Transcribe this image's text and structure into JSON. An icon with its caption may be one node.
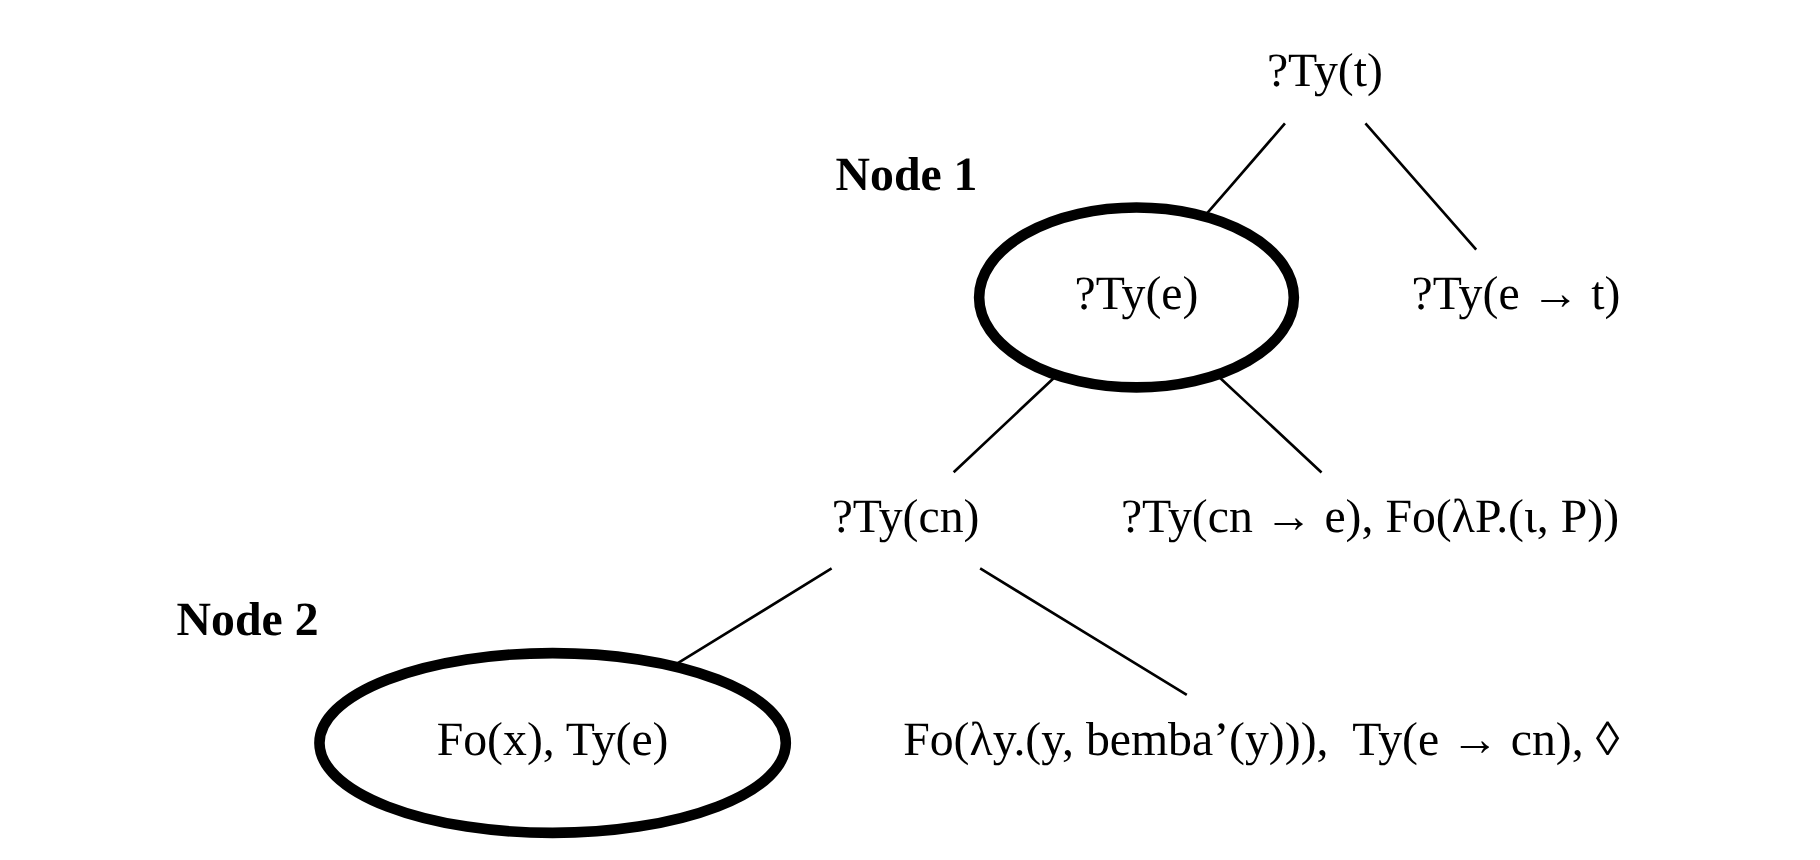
{
  "diagram": {
    "nodes": [
      {
        "text": [
          "?Ty(t)"
        ]
      },
      {
        "text": [
          "?Ty(e)"
        ],
        "beside": [
          "Node 1"
        ]
      },
      {
        "text": [
          "?Ty(e → t)"
        ]
      },
      {
        "text": [
          "?Ty(cn)"
        ]
      },
      {
        "text": [
          "?Ty(cn → e), Fo(λP.(ι, P))"
        ]
      },
      {
        "text": [
          "Fo(x), Ty(e)"
        ],
        "beside": [
          "Node 2"
        ]
      },
      {
        "text": [
          "Fo(λy.(y, bemba’(y))),  Ty(e → cn), ◊"
        ]
      }
    ],
    "edges": [
      {
        "from": 0,
        "to": 1,
        "arrow": "none"
      },
      {
        "from": 0,
        "to": 2,
        "arrow": "none"
      },
      {
        "from": 1,
        "to": 3,
        "arrow": "none"
      },
      {
        "from": 1,
        "to": 4,
        "arrow": "none"
      },
      {
        "from": 3,
        "to": 5,
        "arrow": "none"
      },
      {
        "from": 3,
        "to": 6,
        "arrow": "none"
      }
    ]
  }
}
